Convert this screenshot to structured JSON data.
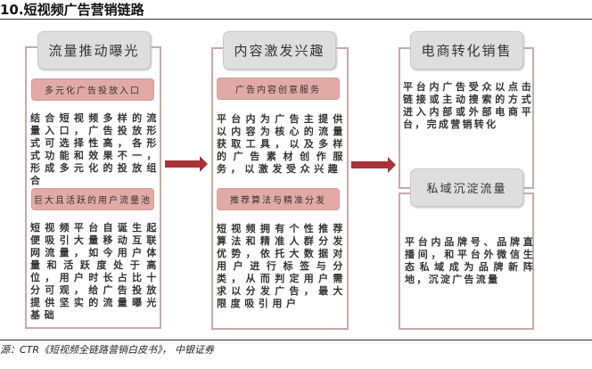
{
  "title": "10.短视频广告营销链路",
  "columns": [
    {
      "header": "流量推动曝光",
      "sections": [
        {
          "tag": "多元化广告投放入口",
          "text": "结合短视频多样的流量入口，广告投放形式可选择性高，各形式功能和效果不一，形成多元化的投放组合"
        },
        {
          "tag": "巨大且活跃的用户流量池",
          "text": "短视频平台自诞生起便吸引大量移动互联网流量，如今用户体量和活跃度处于高位，用户时长占比十分可观，给广告投放提供坚实的流量曝光基础"
        }
      ]
    },
    {
      "header": "内容激发兴趣",
      "sections": [
        {
          "tag": "广告内容创意服务",
          "text": "平台内为广告主提供以内容为核心的流量获取工具，以及多样的广告素材创作服务，以激发受众兴趣"
        },
        {
          "tag": "推荐算法与精准分发",
          "text": "短视频拥有个性推荐算法和精准人群分发优势，依托大数据对用户进行标签与分类，从而判定用户需求以分发广告，最大限度吸引用户"
        }
      ]
    },
    {
      "blocks": [
        {
          "header": "电商转化销售",
          "text": "平台内广告受众以点击链接或主动搜索的方式进入内部或外部电商平台，完成营销转化"
        },
        {
          "header": "私域沉淀流量",
          "text": "平台内品牌号、品牌直播间，和平台外微信生态私域成为品牌新阵地，沉淀广告流量"
        }
      ]
    }
  ],
  "source": "源：CTR《短视频全链路营销白皮书》， 中银证券",
  "colors": {
    "arrow": "#a83238",
    "tag": "#e2aaa7",
    "header": "#dedede",
    "frame": "#c9a9a9"
  }
}
